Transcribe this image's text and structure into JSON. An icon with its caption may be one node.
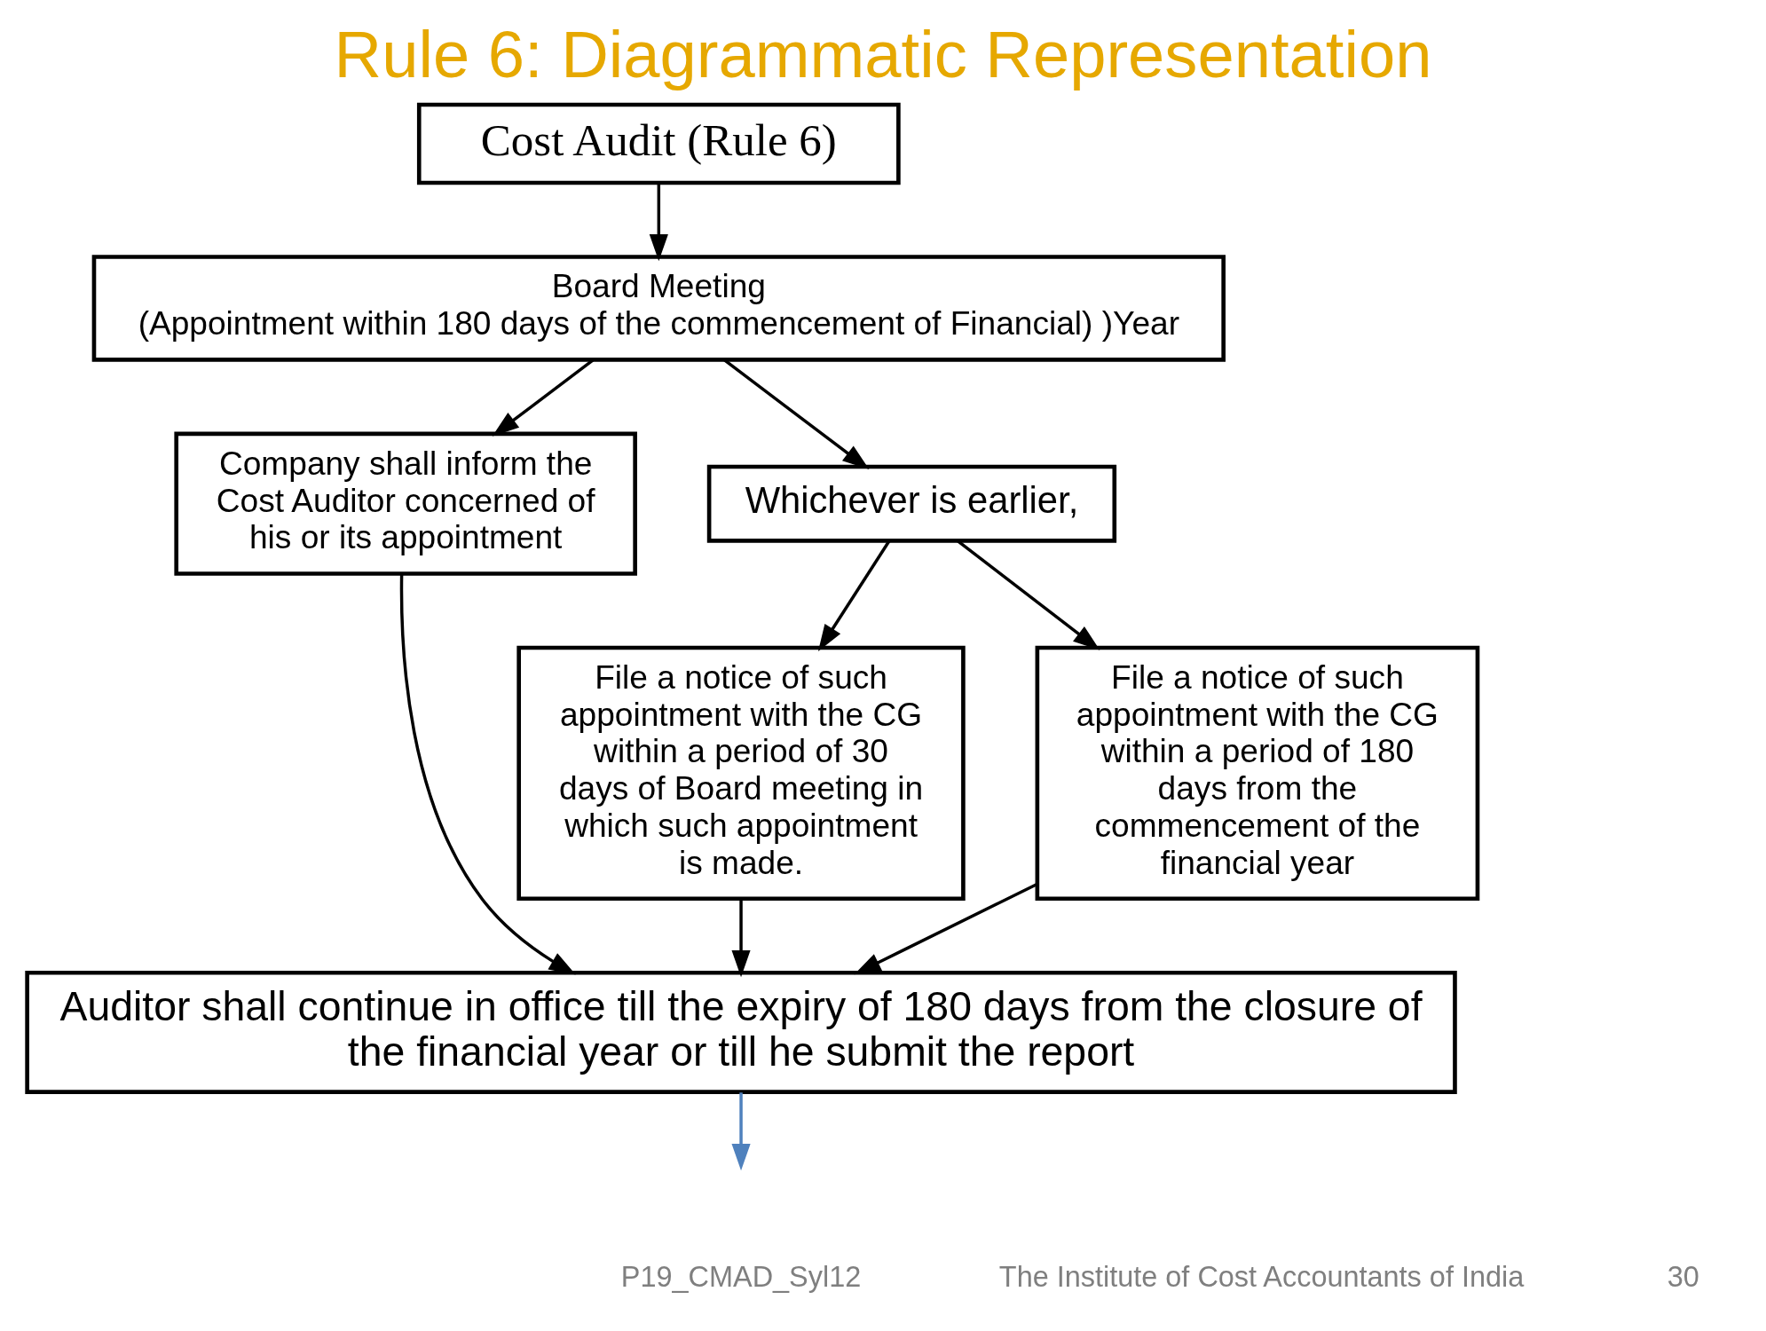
{
  "diagram": {
    "title": "Rule 6: Diagrammatic Representation",
    "nodes": [
      {
        "text": [
          "Cost Audit (Rule 6)"
        ]
      },
      {
        "text": [
          "Board Meeting",
          "(Appointment within 180 days of the commencement of Financial) )Year"
        ]
      },
      {
        "text": [
          "Company shall inform the Cost Auditor concerned of his or its appointment"
        ]
      },
      {
        "text": [
          "Whichever is earlier,"
        ]
      },
      {
        "text": [
          "File a notice of such appointment with the CG within a period of 30 days of Board meeting in which such appointment is made."
        ]
      },
      {
        "text": [
          "File a notice of such appointment with the CG within a period of 180 days from the commencement of the financial year"
        ]
      },
      {
        "text": [
          "Auditor shall continue in office till the expiry of 180 days from the closure of the financial year or till he submit the report"
        ]
      }
    ],
    "edges": [
      {
        "from": 0,
        "to": 1,
        "arrow": "to"
      },
      {
        "from": 1,
        "to": 2,
        "arrow": "to"
      },
      {
        "from": 1,
        "to": 3,
        "arrow": "to"
      },
      {
        "from": 3,
        "to": 4,
        "arrow": "to"
      },
      {
        "from": 3,
        "to": 5,
        "arrow": "to"
      },
      {
        "from": 2,
        "to": 6,
        "arrow": "to"
      },
      {
        "from": 4,
        "to": 6,
        "arrow": "to"
      },
      {
        "from": 5,
        "to": 6,
        "arrow": "to"
      },
      {
        "from": 6,
        "to": null,
        "arrow": "to",
        "color": "#4f81bd"
      }
    ],
    "labels": [
      "P19_CMAD_Syl12",
      "The Institute of Cost Accountants of India",
      "30"
    ]
  }
}
